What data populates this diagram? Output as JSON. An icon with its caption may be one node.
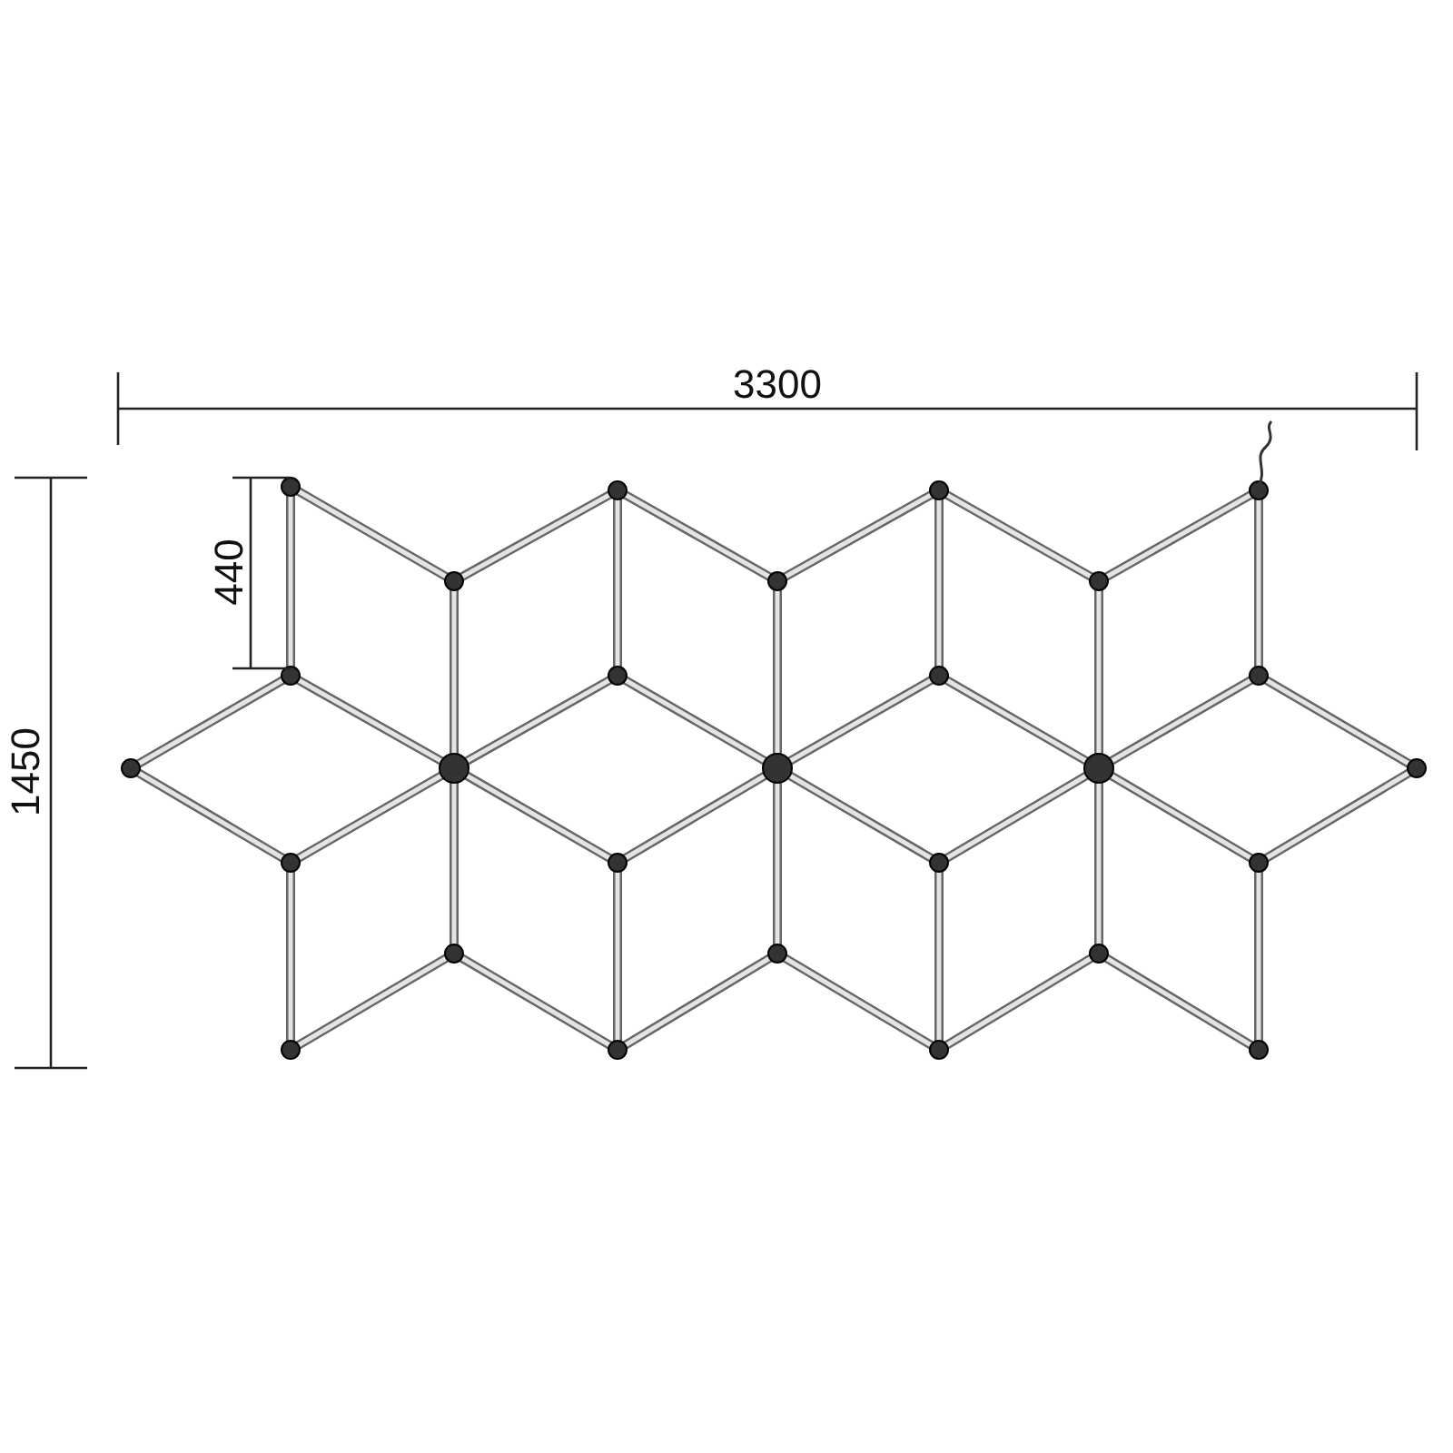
{
  "diagram": {
    "labels": [
      "3300",
      "440",
      "1450"
    ]
  }
}
